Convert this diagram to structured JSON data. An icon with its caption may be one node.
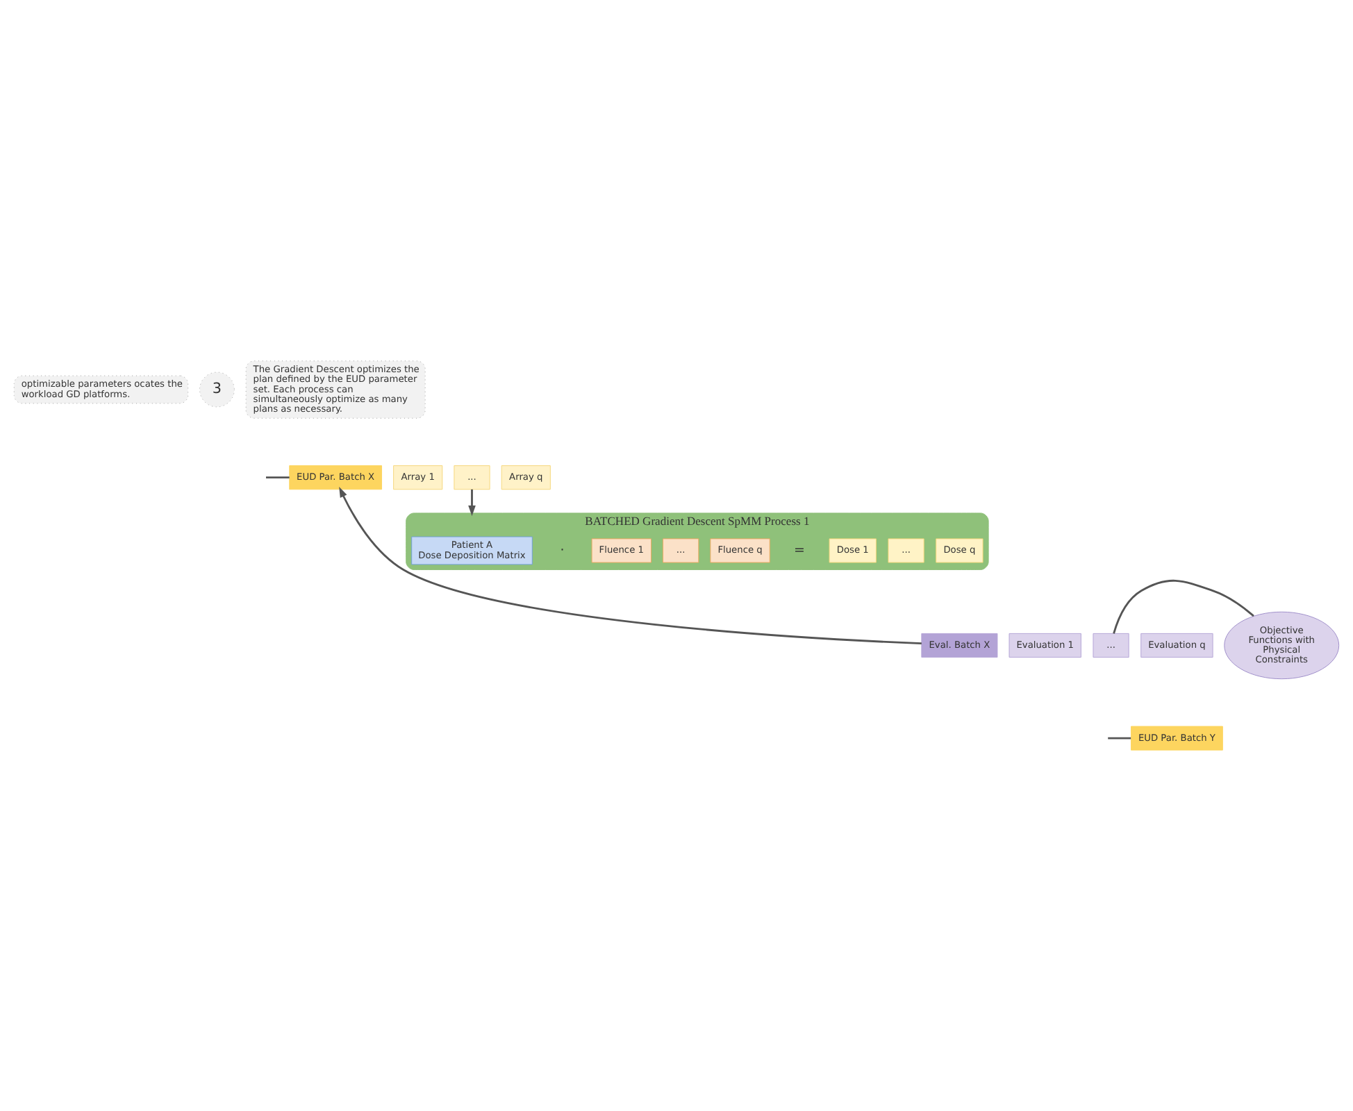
{
  "diagram": {
    "nodes": [
      {
        "text": [
          "optimizable parameters ocates the workload GD platforms."
        ]
      },
      {
        "text": [
          "3"
        ]
      },
      {
        "text": [
          "The Gradient Descent optimizes the plan defined by the EUD parameter set. Each process can simultaneously optimize as many plans as necessary."
        ]
      },
      {
        "text": [
          "EUD Par. Batch X"
        ]
      },
      {
        "text": [
          "Array 1"
        ]
      },
      {
        "text": [
          "..."
        ]
      },
      {
        "text": [
          "Array q"
        ]
      },
      {
        "text": [
          "BATCHED Gradient Descent SpMM Process 1"
        ]
      },
      {
        "text": [
          "Patient A",
          "Dose Deposition Matrix"
        ],
        "in": 7
      },
      {
        "text": [
          "Fluence 1"
        ],
        "in": 7
      },
      {
        "text": [
          "..."
        ],
        "in": 7
      },
      {
        "text": [
          "Fluence q"
        ],
        "in": 7
      },
      {
        "text": [
          "Dose 1"
        ],
        "in": 7
      },
      {
        "text": [
          "..."
        ],
        "in": 7
      },
      {
        "text": [
          "Dose q"
        ],
        "in": 7
      },
      {
        "text": [
          "Eval. Batch X"
        ]
      },
      {
        "text": [
          "Evaluation 1"
        ]
      },
      {
        "text": [
          "..."
        ]
      },
      {
        "text": [
          "Evaluation q"
        ]
      },
      {
        "text": [
          "Objective Functions with Physical Constraints"
        ]
      },
      {
        "text": [
          "EUD Par. Batch Y"
        ]
      }
    ],
    "edges": [
      {
        "from": null,
        "to": 3,
        "arrow": "none"
      },
      {
        "from": 5,
        "to": 7,
        "arrow": "to"
      },
      {
        "from": 15,
        "to": 3,
        "arrow": "to"
      },
      {
        "from": 17,
        "to": 19,
        "arrow": "none"
      },
      {
        "from": null,
        "to": 20,
        "arrow": "none"
      }
    ],
    "labels": [
      "·",
      "="
    ]
  }
}
